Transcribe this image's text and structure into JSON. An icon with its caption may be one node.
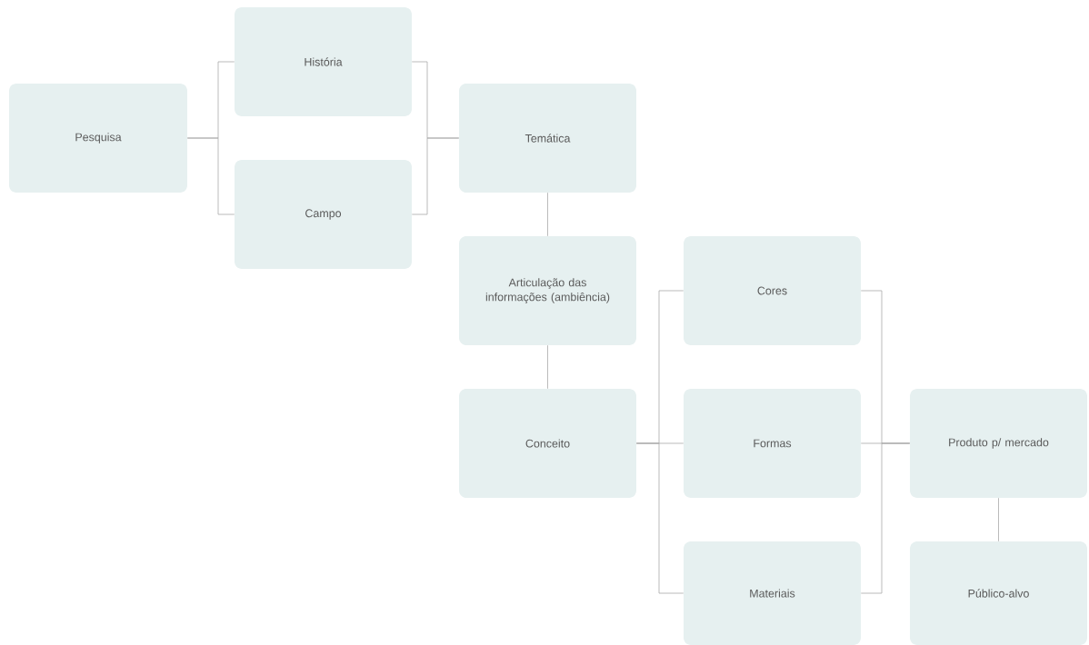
{
  "diagram": {
    "nodes": [
      {
        "text": [
          "Pesquisa"
        ]
      },
      {
        "text": [
          "História"
        ]
      },
      {
        "text": [
          "Campo"
        ]
      },
      {
        "text": [
          "Temática"
        ]
      },
      {
        "text": [
          "Articulação das informações (ambiência)"
        ]
      },
      {
        "text": [
          "Conceito"
        ]
      },
      {
        "text": [
          "Cores"
        ]
      },
      {
        "text": [
          "Formas"
        ]
      },
      {
        "text": [
          "Materiais"
        ]
      },
      {
        "text": [
          "Produto p/ mercado"
        ]
      },
      {
        "text": [
          "Público-alvo"
        ]
      }
    ],
    "edges": [
      {
        "from": 0,
        "to": 1,
        "arrow": "none"
      },
      {
        "from": 0,
        "to": 2,
        "arrow": "none"
      },
      {
        "from": 1,
        "to": 3,
        "arrow": "none"
      },
      {
        "from": 2,
        "to": 3,
        "arrow": "none"
      },
      {
        "from": 3,
        "to": 4,
        "arrow": "none"
      },
      {
        "from": 4,
        "to": 5,
        "arrow": "none"
      },
      {
        "from": 5,
        "to": 6,
        "arrow": "none"
      },
      {
        "from": 5,
        "to": 7,
        "arrow": "none"
      },
      {
        "from": 5,
        "to": 8,
        "arrow": "none"
      },
      {
        "from": 6,
        "to": 9,
        "arrow": "none"
      },
      {
        "from": 7,
        "to": 9,
        "arrow": "none"
      },
      {
        "from": 8,
        "to": 9,
        "arrow": "none"
      },
      {
        "from": 9,
        "to": 10,
        "arrow": "none"
      }
    ]
  }
}
